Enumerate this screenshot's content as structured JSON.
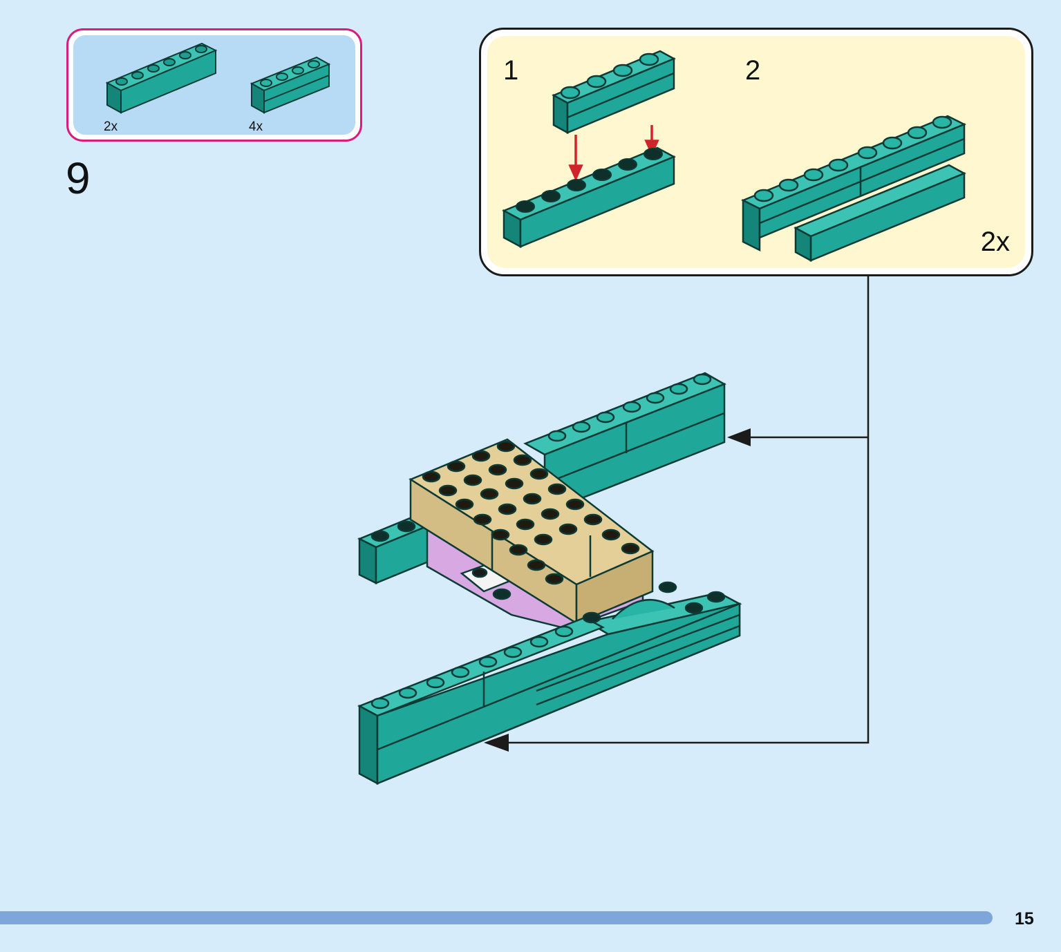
{
  "parts_list": {
    "items": [
      {
        "qty": "2x",
        "name": "1x6 brick"
      },
      {
        "qty": "4x",
        "name": "1x4 clip brick"
      }
    ]
  },
  "step": {
    "number": "9"
  },
  "sub_assembly": {
    "steps": [
      "1",
      "2"
    ],
    "multiplier": "2x"
  },
  "page": {
    "number": "15"
  },
  "colors": {
    "background": "#d6ecfb",
    "teal": "#1fa89a",
    "tan": "#d4bd85",
    "lavender": "#d7a8e2",
    "callout_border": "#d81d7d",
    "callout_bg": "#fff7cf",
    "footer_bar": "#7fa6da"
  }
}
